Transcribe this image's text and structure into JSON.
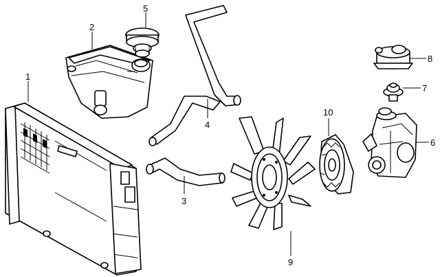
{
  "diagram": {
    "callouts": [
      {
        "number": "1",
        "part": "radiator"
      },
      {
        "number": "2",
        "part": "coolant-reservoir"
      },
      {
        "number": "3",
        "part": "lower-hose"
      },
      {
        "number": "4",
        "part": "upper-hose"
      },
      {
        "number": "5",
        "part": "reservoir-cap"
      },
      {
        "number": "6",
        "part": "water-pump"
      },
      {
        "number": "7",
        "part": "thermostat"
      },
      {
        "number": "8",
        "part": "thermostat-housing"
      },
      {
        "number": "9",
        "part": "fan-blade"
      },
      {
        "number": "10",
        "part": "fan-clutch"
      }
    ]
  }
}
